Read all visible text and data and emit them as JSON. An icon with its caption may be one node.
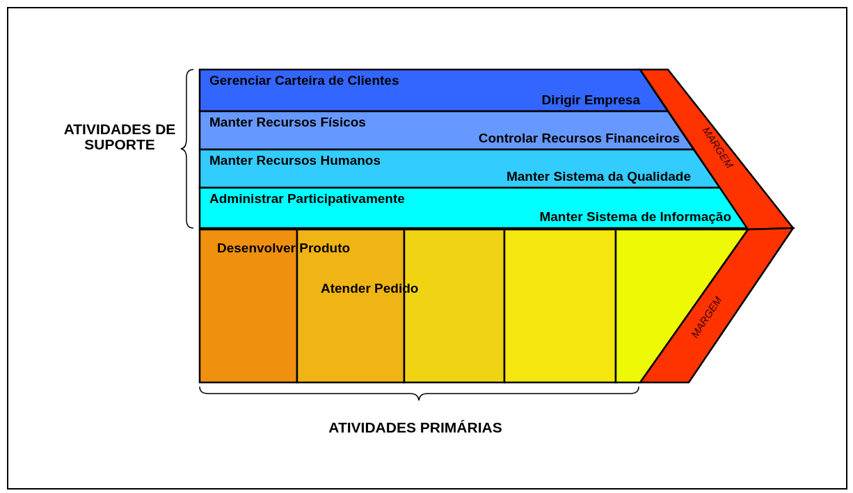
{
  "diagram": {
    "nodes": [
      {
        "text": [
          "Gerenciar Carteira de Clientes",
          "Dirigir Empresa"
        ]
      },
      {
        "text": [
          "Manter Recursos Físicos",
          "Controlar Recursos Financeiros"
        ]
      },
      {
        "text": [
          "Manter Recursos Humanos",
          "Manter Sistema da Qualidade"
        ]
      },
      {
        "text": [
          "Administrar Participativamente",
          "Manter Sistema de Informação"
        ]
      },
      {
        "text": [
          "MARGEM"
        ]
      },
      {
        "text": [
          "MARGEM"
        ]
      },
      {
        "text": [],
        "shape": "box"
      },
      {
        "text": [],
        "shape": "box"
      },
      {
        "text": [],
        "shape": "box"
      },
      {
        "text": [],
        "shape": "box"
      },
      {
        "text": [],
        "shape": "box"
      }
    ],
    "labels": [
      "ATIVIDADES DE SUPORTE",
      "Desenvolver Produto",
      "Atender Pedido",
      "ATIVIDADES PRIMÁRIAS"
    ]
  }
}
